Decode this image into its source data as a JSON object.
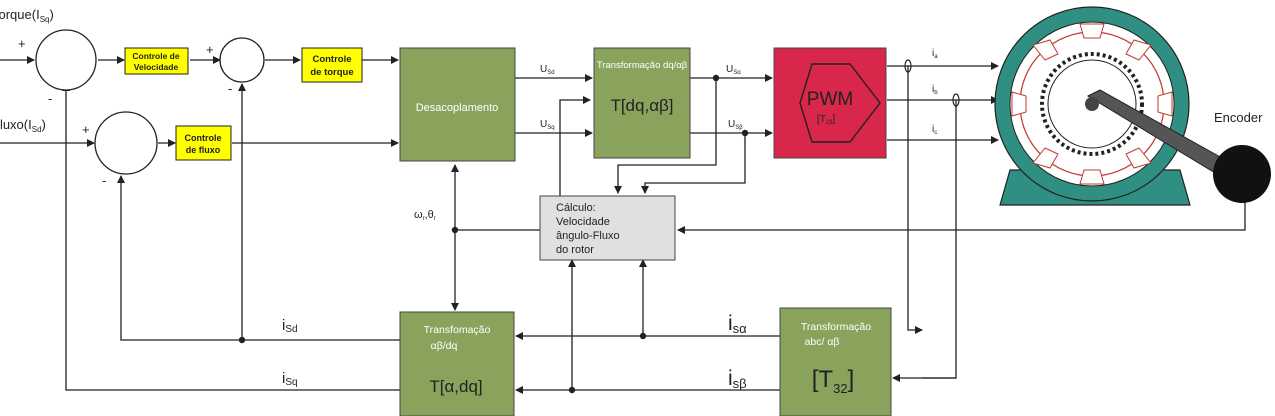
{
  "inputs": {
    "torque_label": "Torque(I",
    "torque_sub": "Sq",
    "torque_close": ")",
    "flux_label": "Fluxo(I",
    "flux_sub": "Sd",
    "flux_close": ")"
  },
  "signs": {
    "plus": "+",
    "minus": "-"
  },
  "blocks": {
    "speed_ctrl": [
      "Controle de",
      "Velocidade"
    ],
    "torque_ctrl": [
      "Controle",
      "de torque"
    ],
    "flux_ctrl": [
      "Controle",
      "de fluxo"
    ],
    "decoupling": "Desacoplamento",
    "dq_transform": {
      "title": "Transformação dq/αβ",
      "formula": "T[dq,αβ]"
    },
    "pwm": {
      "title": "PWM",
      "sub": "[T",
      "sub_idx": "23",
      "sub_close": "]"
    },
    "calc": [
      "Cálculo:",
      "Velocidade",
      "ângulo-Fluxo",
      "do rotor"
    ],
    "ab_dq": {
      "title": [
        "Transfomação",
        "αβ/dq"
      ],
      "formula": "T[α,dq]"
    },
    "abc_ab": {
      "title": [
        "Transformação",
        "abc/ αβ"
      ],
      "formula": "[T",
      "formula_sub": "32",
      "formula_close": "]"
    }
  },
  "signals": {
    "u": "U",
    "usd_sub": "Sd",
    "usq_sub": "Sq",
    "usa_sub": "Sα",
    "usb_sub": "Sβ",
    "i": "i",
    "ia_sub": "a",
    "ib_sub": "b",
    "ic_sub": "c",
    "omega": "ω",
    "omega_sub": "r",
    "omega_sep": ",",
    "theta": "θ",
    "theta_sub": "r",
    "isd_sub": "Sd",
    "isq_sub": "Sq",
    "isa_sub": "sα",
    "isb_sub": "sβ"
  },
  "encoder": "Encoder",
  "colors": {
    "green_block": "#8aa35c",
    "yellow_block": "#ffff00",
    "pwm_red": "#d8274a",
    "calc_gray": "#e0e0e0",
    "motor_teal": "#2f8f82"
  }
}
